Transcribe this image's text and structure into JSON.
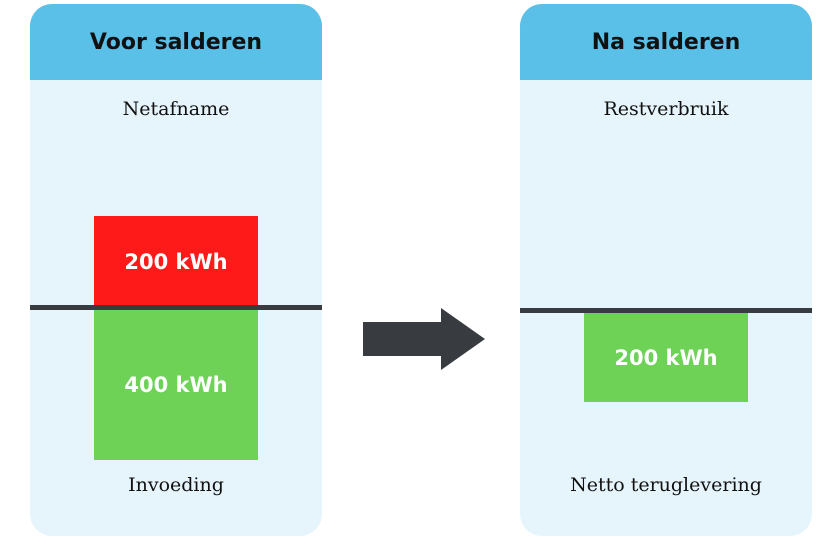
{
  "colors": {
    "header": "#5ac0e8",
    "panel": "#e6f4fc",
    "line": "#383c40",
    "red": "#ff1a1a",
    "green": "#6dd256",
    "arrow": "#383c40"
  },
  "before": {
    "title": "Voor salderen",
    "top_label": "Netafname",
    "bottom_label": "Invoeding",
    "red_block": "200 kWh",
    "green_block": "400 kWh"
  },
  "after": {
    "title": "Na salderen",
    "top_label": "Restverbruik",
    "bottom_label": "Netto teruglevering",
    "green_block": "200 kWh"
  },
  "arrow_icon": "right-arrow-icon"
}
